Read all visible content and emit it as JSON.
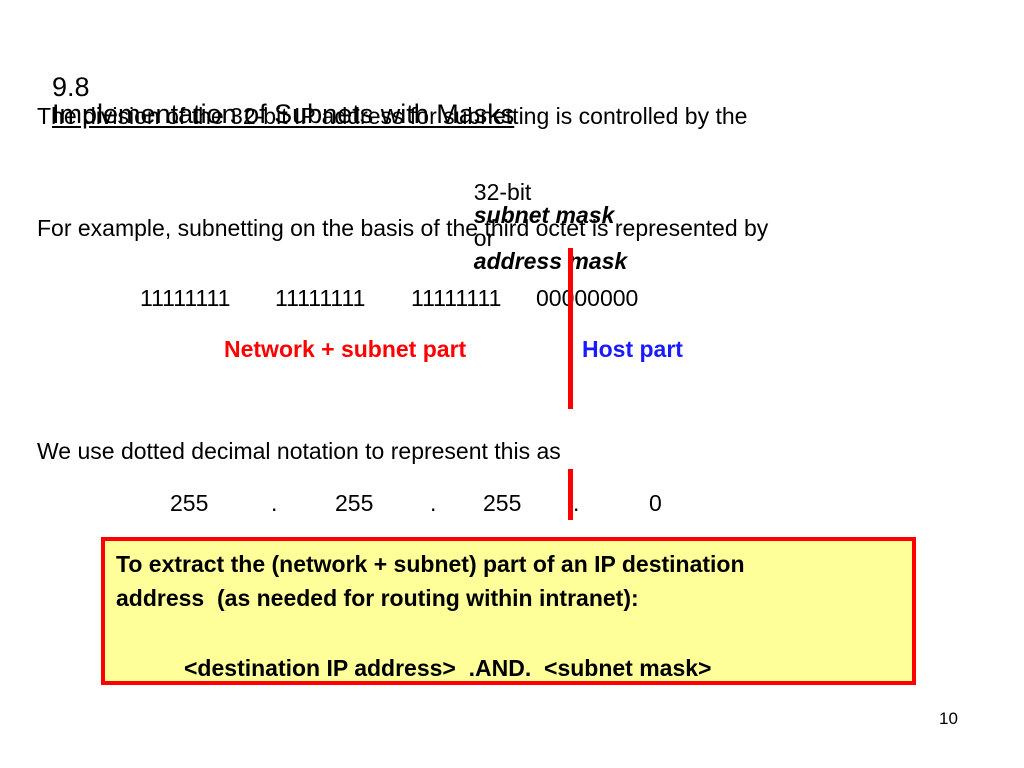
{
  "slide": {
    "title_number": "9.8",
    "title_text": "Implementation of Subnets with Masks",
    "intro_line": "The division of the 32-bit IP address for subnetting is controlled by the",
    "mask_prefix": "32-bit",
    "mask_term1": "subnet mask",
    "mask_or": "or",
    "mask_term2": "address mask",
    "example_line": "For example, subnetting on the basis of the third octet is represented by",
    "binary_octets": [
      "11111111",
      "11111111",
      "11111111",
      "00000000"
    ],
    "network_label": "Network + subnet part",
    "host_label": "Host part",
    "dotted_line": "We use dotted decimal notation to represent this as",
    "dotted_values": [
      "255",
      ".",
      "255",
      ".",
      "255",
      ".",
      "0"
    ],
    "callout_line1": "To extract the (network + subnet) part of an IP destination",
    "callout_line2": "address  (as needed for routing within intranet):",
    "callout_formula": "<destination IP address>  .AND.  <subnet mask>",
    "page_number": "10"
  },
  "colors": {
    "network_label": "#ff0000",
    "host_label": "#1a1aff",
    "divider": "#ff0000",
    "callout_fill": "#ffff99",
    "callout_border": "#ff0000"
  }
}
